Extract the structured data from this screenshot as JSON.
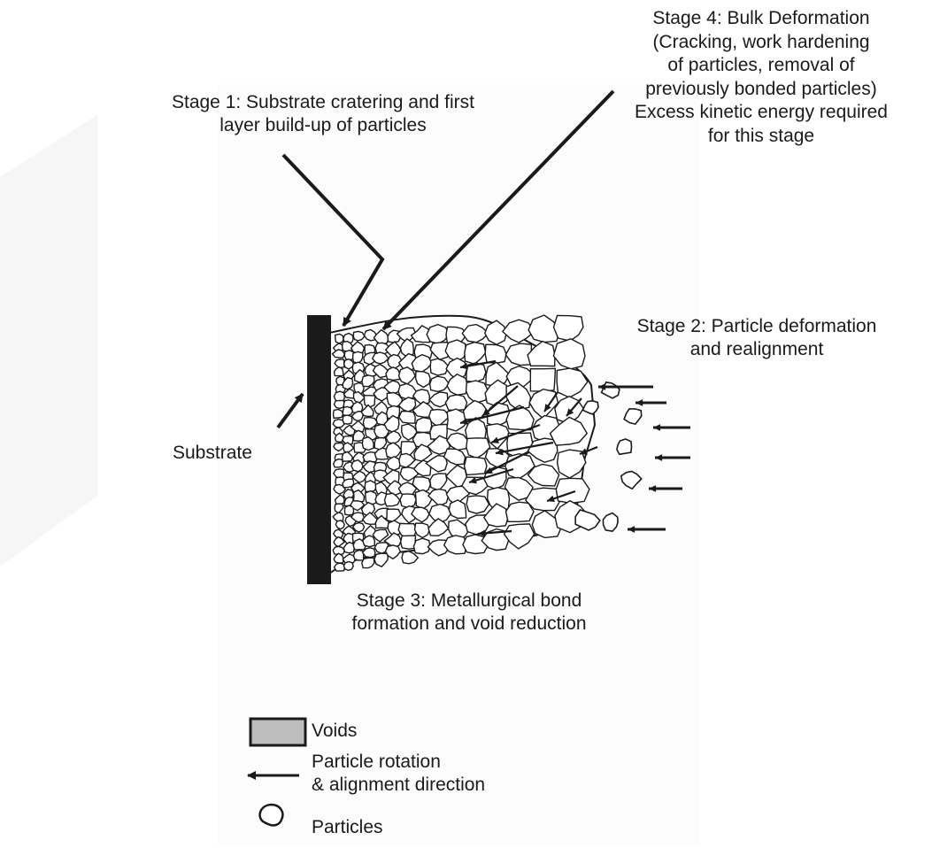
{
  "stage1": {
    "lines": [
      "Stage 1: Substrate cratering and first",
      "layer build-up of particles"
    ]
  },
  "stage2": {
    "lines": [
      "Stage 2: Particle deformation",
      "and realignment"
    ]
  },
  "stage3": {
    "lines": [
      "Stage 3: Metallurgical bond",
      "formation and void reduction"
    ]
  },
  "stage4": {
    "lines": [
      "Stage 4: Bulk Deformation",
      "(Cracking, work hardening",
      "of particles, removal of",
      "previously bonded particles)",
      "Excess kinetic energy required",
      "for this stage"
    ]
  },
  "substrate_label": "Substrate",
  "legend": {
    "voids": "Voids",
    "rotation_lines": [
      "Particle rotation",
      "& alignment direction"
    ],
    "particles": "Particles"
  },
  "colors": {
    "ink": "#1a1a1a",
    "void_fill": "#bdbdbd",
    "background": "#ffffff"
  }
}
